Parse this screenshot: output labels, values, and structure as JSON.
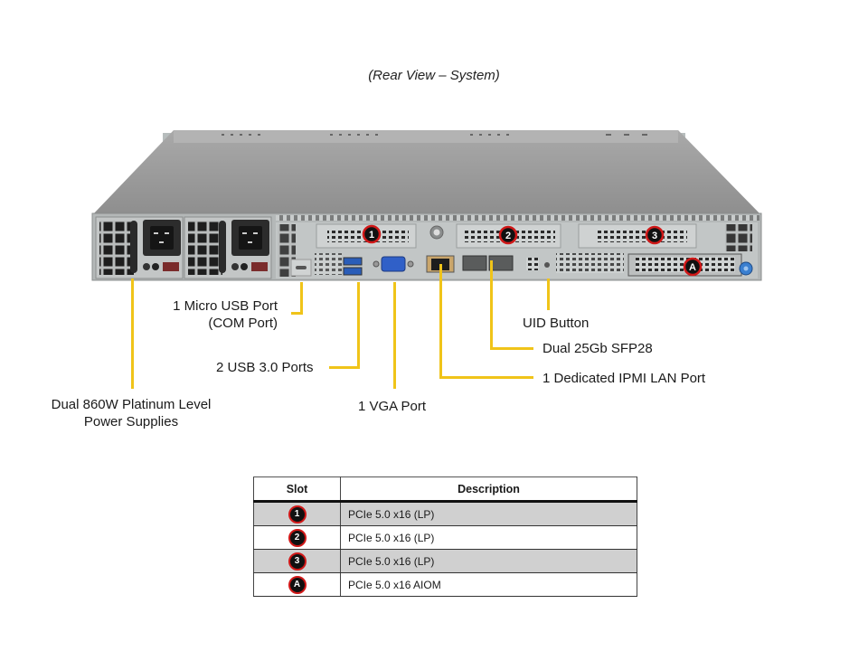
{
  "caption": "(Rear View – System)",
  "callouts": {
    "micro_usb_line1": "1 Micro USB Port",
    "micro_usb_line2": "(COM Port)",
    "usb3": "2 USB 3.0 Ports",
    "psu_line1": "Dual 860W Platinum  Level",
    "psu_line2": "Power Supplies",
    "vga": "1 VGA Port",
    "uid": "UID  Button",
    "sfp": "Dual 25Gb SFP28",
    "ipmi": "1 Dedicated IPMI  LAN Port"
  },
  "chassis_badges": {
    "slot1": "1",
    "slot2": "2",
    "slot3": "3",
    "slotA": "A"
  },
  "colors": {
    "leader_line": "#f0c419",
    "badge_ring": "#d01818",
    "badge_fill": "#111111",
    "row_shade": "#d0d0d0"
  },
  "table": {
    "headers": [
      "Slot",
      "Description"
    ],
    "rows": [
      {
        "slot": "1",
        "description": "PCIe  5.0 x16 (LP)",
        "shaded": true
      },
      {
        "slot": "2",
        "description": "PCIe  5.0 x16 (LP)",
        "shaded": false
      },
      {
        "slot": "3",
        "description": "PCIe  5.0 x16 (LP)",
        "shaded": true
      },
      {
        "slot": "A",
        "description": "PCIe  5.0 x16 AIOM",
        "shaded": false
      }
    ]
  }
}
